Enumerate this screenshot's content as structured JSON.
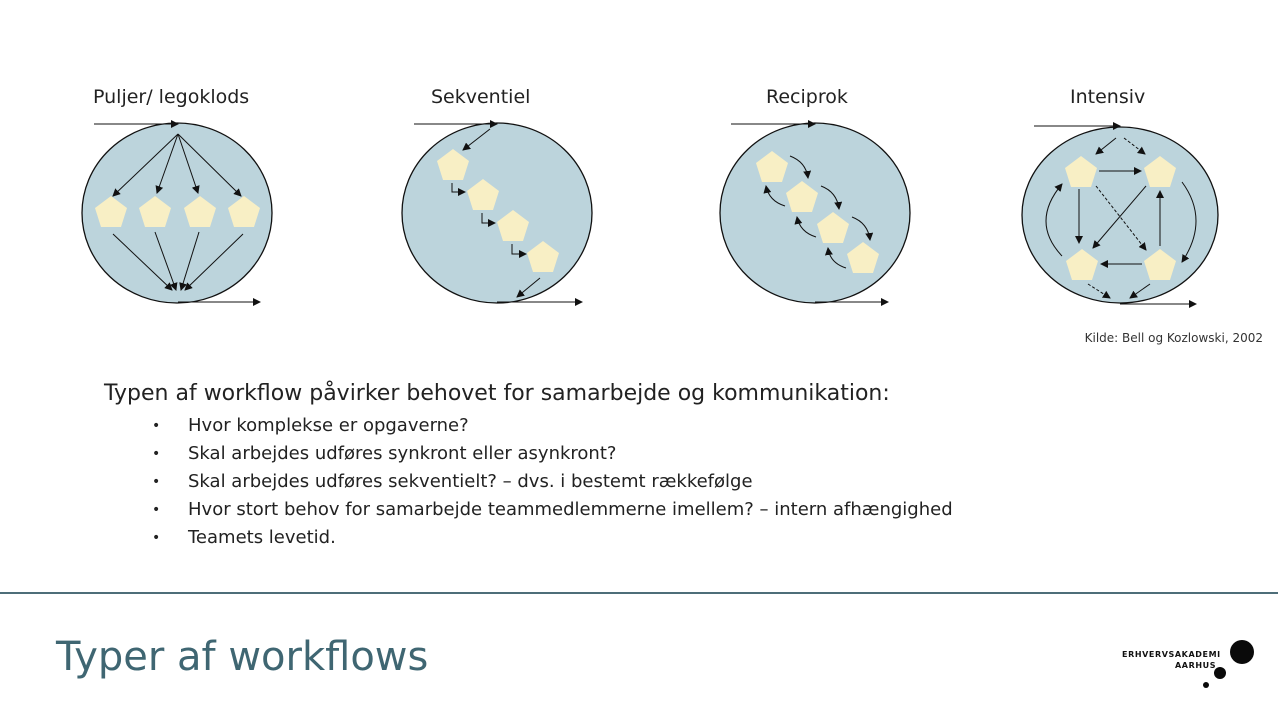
{
  "diagrams": [
    {
      "title": "Puljer/ legoklods"
    },
    {
      "title": "Sekventiel"
    },
    {
      "title": "Reciprok"
    },
    {
      "title": "Intensiv"
    }
  ],
  "source": "Kilde: Bell og Kozlowski, 2002",
  "lead": "Typen af workflow påvirker behovet for samarbejde og kommunikation:",
  "questions": [
    "Hvor komplekse er opgaverne?",
    "Skal arbejdes udføres synkront eller asynkront?",
    "Skal arbejdes udføres sekventielt? – dvs. i bestemt rækkefølge",
    "Hvor stort behov for samarbejde teammedlemmerne imellem? – intern afhængighed",
    "Teamets levetid."
  ],
  "page_title": "Typer af workflows",
  "logo": {
    "line1": "ERHVERVSAKADEMI",
    "line2": "AARHUS"
  },
  "colors": {
    "circle": "#bcd4dc",
    "pentagon": "#f8efc5",
    "title": "#3f6672",
    "divider": "#4e6e79"
  }
}
